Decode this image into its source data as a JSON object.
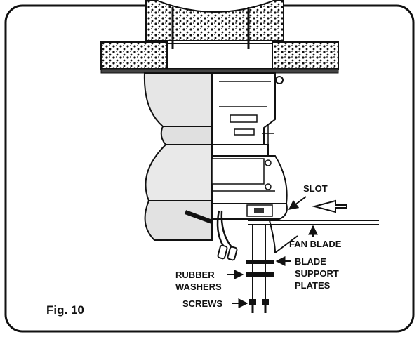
{
  "figure": {
    "label": "Fig. 10"
  },
  "callouts": {
    "slot": "SLOT",
    "fan_blade": "FAN BLADE",
    "blade_support_line1": "BLADE",
    "blade_support_line2": "SUPPORT",
    "blade_support_line3": "PLATES",
    "rubber_washers_line1": "RUBBER",
    "rubber_washers_line2": "WASHERS",
    "screws": "SCREWS"
  },
  "colors": {
    "ink": "#111111",
    "shade": "#d9d9d9",
    "background": "#ffffff"
  }
}
